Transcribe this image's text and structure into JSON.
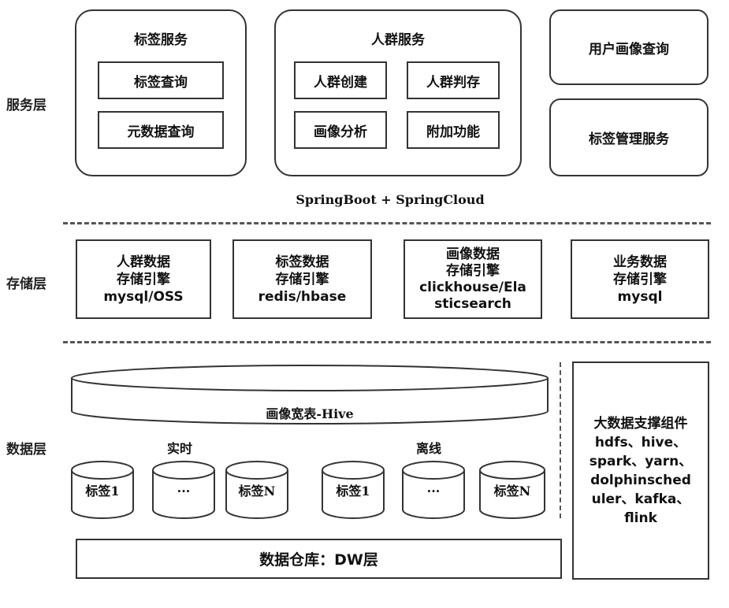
{
  "layers": {
    "service": "服务层",
    "storage": "存储层",
    "data": "数据层"
  },
  "service": {
    "tag_service": {
      "title": "标签服务",
      "items": [
        "标签查询",
        "元数据查询"
      ]
    },
    "crowd_service": {
      "title": "人群服务",
      "items": [
        "人群创建",
        "人群判存",
        "画像分析",
        "附加功能"
      ]
    },
    "user_profile_query": "用户画像查询",
    "tag_management": "标签管理服务",
    "framework": "SpringBoot + SpringCloud"
  },
  "storage": {
    "engines": [
      {
        "name": "人群数据",
        "role": "存储引擎",
        "tech": "mysql/OSS"
      },
      {
        "name": "标签数据",
        "role": "存储引擎",
        "tech": "redis/hbase"
      },
      {
        "name": "画像数据",
        "role": "存储引擎",
        "tech": "clickhouse/Ela",
        "tech2": "sticsearch"
      },
      {
        "name": "业务数据",
        "role": "存储引擎",
        "tech": "mysql"
      }
    ]
  },
  "data": {
    "wide_table": "画像宽表-Hive",
    "realtime_label": "实时",
    "offline_label": "离线",
    "realtime_tags": [
      "标签1",
      "...",
      "标签N"
    ],
    "offline_tags": [
      "标签1",
      "...",
      "标签N"
    ],
    "warehouse": "数据仓库：DW层",
    "support": {
      "title": "大数据支撑组件",
      "lines": [
        "hdfs、hive、",
        "spark、yarn、",
        "dolphinsched",
        "uler、kafka、",
        "flink"
      ]
    }
  }
}
